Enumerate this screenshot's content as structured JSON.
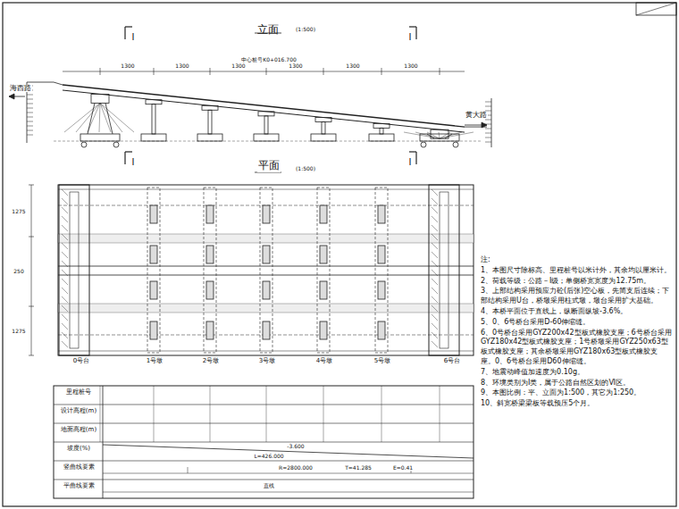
{
  "diagram": {
    "title": "立面",
    "labels": [
      "(1:500)",
      "平面",
      "(1:500)",
      "海西路",
      "黄大路",
      "中心桩号K0+016.700",
      "Ⅰ",
      "Ⅰ",
      "Ⅰ",
      "Ⅰ",
      "1300",
      "1300",
      "1300",
      "1300",
      "1300",
      "1300",
      "1275",
      "250",
      "1275",
      "0号台",
      "1号墩",
      "2号墩",
      "3号墩",
      "4号墩",
      "5号墩",
      "6号台",
      "里程桩号",
      "设计高程(m)",
      "地面高程(m)",
      "坡度(%)",
      "竖曲线要素",
      "平曲线要素",
      "-3.600",
      "L=426.000",
      "R=2800.000",
      "T=41.285",
      "E=0.41",
      "直线",
      "注:",
      "1、本图尺寸除标高、里程桩号以米计外，其余均以厘米计。",
      "2、荷载等级：公路－Ⅰ级；单侧桥宽宽度为12.75m。",
      "3、上部结构采用预应力砼(后张)空心板，先简支后连续；下部结构采用U台，桥墩采用柱式墩，墩台采用扩大基础。",
      "4、本桥平面位于直线上，纵断面纵坡-3.6%。",
      "5、0、6号桥台采用D-60伸缩缝。",
      "6、0号桥台采用GYZ200x42型板式橡胶支座；6号桥台采用GYZ180x42型板式橡胶支座；1号桥墩采用GYZ250x63型板式橡胶支座；其余桥墩采用GYZ180x63型板式橡胶支座。0、6号桥台采用D60伸缩缝。",
      "7、地震动峰值加速度为0.10g。",
      "8、环境类别为Ⅰ类，属于公路自然区划的Ⅵ区。",
      "9、本图比例：平、立面为1:500，其它为1:250。",
      "10、斜宽桥梁梁板等载预压5个月。"
    ]
  }
}
